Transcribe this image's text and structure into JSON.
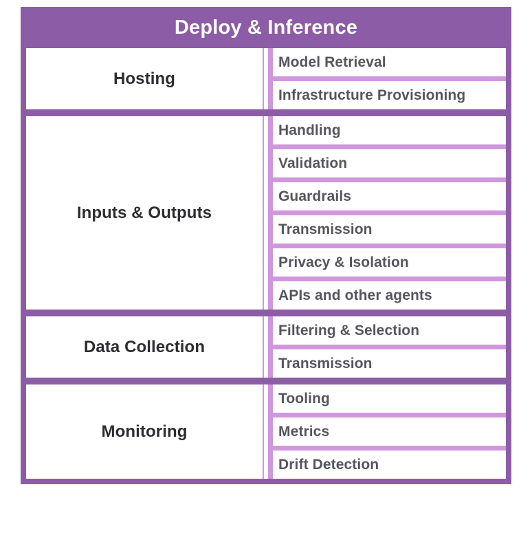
{
  "header": {
    "title": "Deploy & Inference"
  },
  "theme": {
    "frame_purple": "#8d5ca6",
    "separator_purple": "#cf97dc",
    "header_text_color": "#ffffff",
    "category_text_color": "#2d2c31",
    "item_text_color": "#55565c",
    "cell_background": "#ffffff"
  },
  "sections": [
    {
      "category": "Hosting",
      "items": [
        "Model Retrieval",
        "Infrastructure Provisioning"
      ]
    },
    {
      "category": "Inputs & Outputs",
      "items": [
        "Handling",
        "Validation",
        "Guardrails",
        "Transmission",
        "Privacy & Isolation",
        "APIs and other agents"
      ]
    },
    {
      "category": "Data Collection",
      "items": [
        "Filtering & Selection",
        "Transmission"
      ]
    },
    {
      "category": "Monitoring",
      "items": [
        "Tooling",
        "Metrics",
        "Drift Detection"
      ]
    }
  ]
}
